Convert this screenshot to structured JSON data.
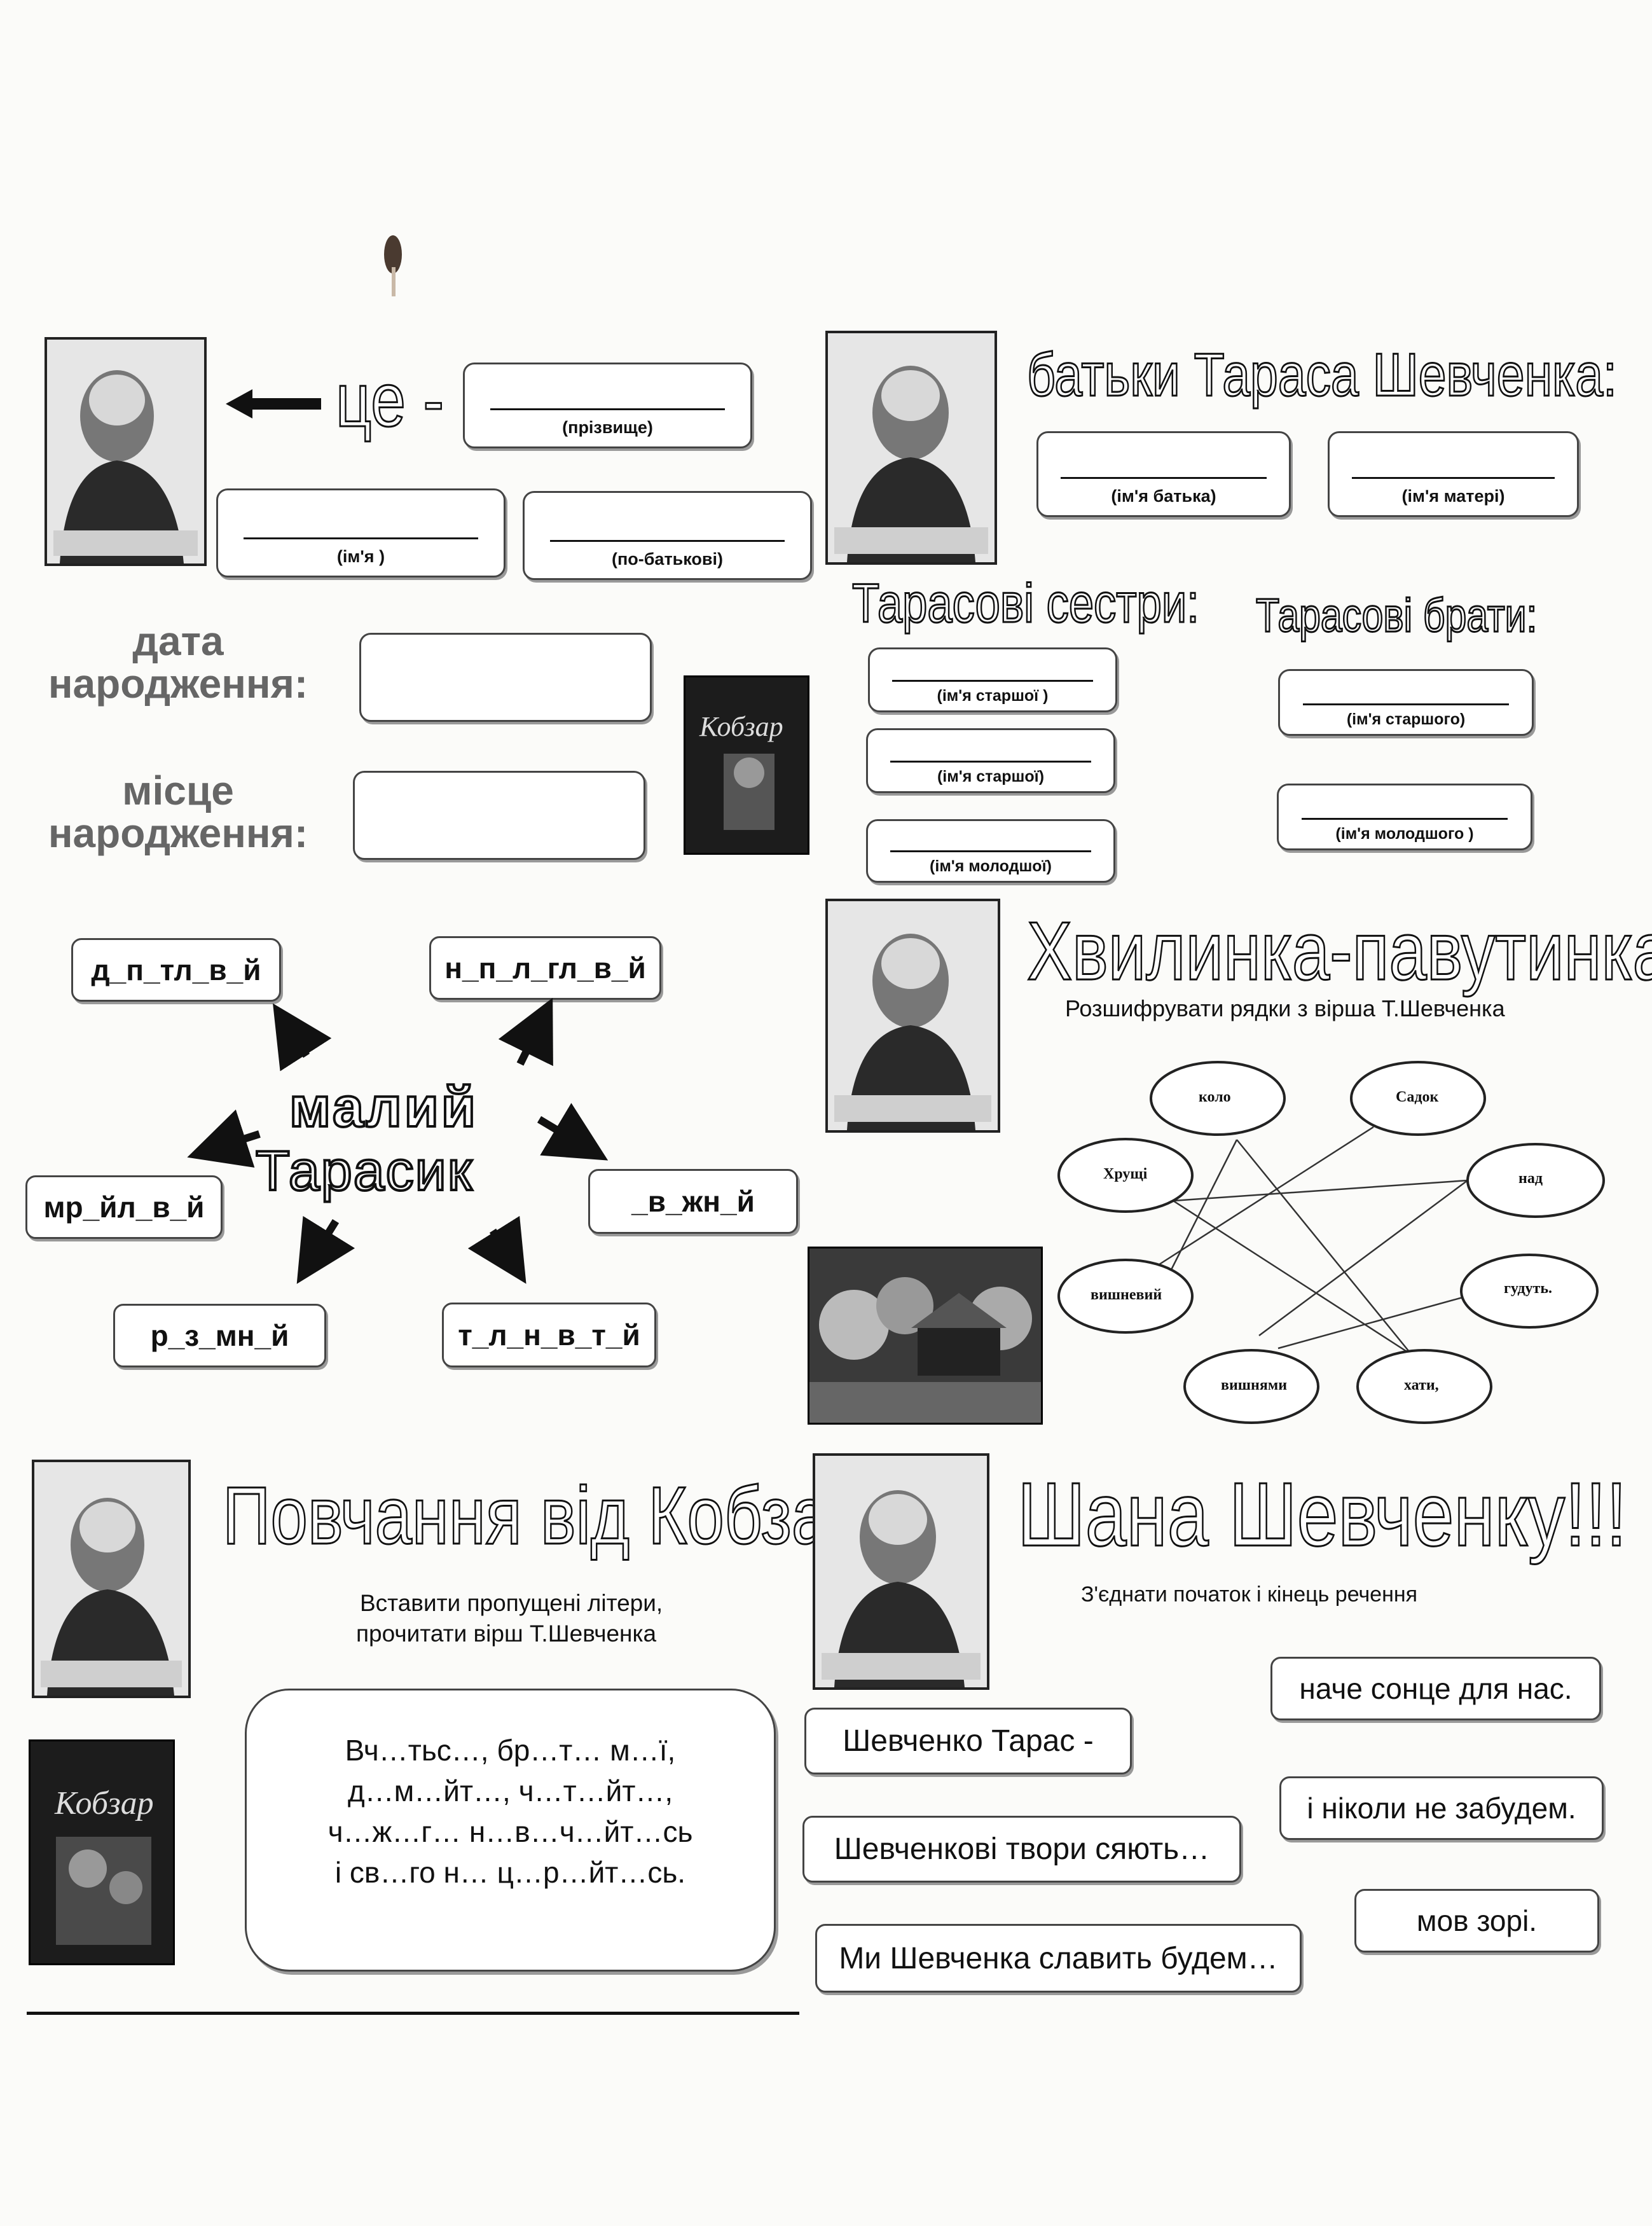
{
  "section1": {
    "arrow_text": "це -",
    "surname_caption": "(прізвище)",
    "name_caption": "(ім'я )",
    "patronymic_caption": "(по-батькові)",
    "birth_date_label_1": "дата",
    "birth_date_label_2": "народження:",
    "birth_place_label_1": "місце",
    "birth_place_label_2": "народження:"
  },
  "section2": {
    "title": "батьки Тараса Шевченка:",
    "father_caption": "(ім'я батька)",
    "mother_caption": "(ім'я матері)",
    "sisters_title": "Тарасові сестри:",
    "brothers_title": "Тарасові брати:",
    "sister_captions": [
      "(ім'я старшої )",
      "(ім'я старшої)",
      "(ім'я молодшої)"
    ],
    "brother_captions": [
      "(ім'я старшого)",
      "(ім'я молодшого )"
    ]
  },
  "book": {
    "title": "Кобзар"
  },
  "section3": {
    "center_line1": "малий",
    "center_line2": "Тарасик",
    "words": [
      "д_п_тл_в_й",
      "н_п_л_гл_в_й",
      "мр_йл_в_й",
      "_в_жн_й",
      "р_з_мн_й",
      "т_л_н_в_т_й"
    ]
  },
  "section4": {
    "title": "Хвилинка-павутинка",
    "subtitle": "Розшифрувати рядки з вірша Т.Шевченка",
    "nodes": [
      "коло",
      "Садок",
      "Хрущі",
      "над",
      "вишневий",
      "гудуть.",
      "вишнями",
      "хати,"
    ]
  },
  "section5": {
    "title": "Повчання від Кобзаря",
    "instruction_line1": "Вставити пропущені літери,",
    "instruction_line2": "прочитати вірш Т.Шевченка",
    "poem": [
      "Вч…тьс…,  бр…т…  м…ї,",
      "д…м…йт…,   ч…т…йт…,",
      "ч…ж…г…   н…в…ч…йт…сь",
      "і св…го  н… ц…р…йт…сь."
    ]
  },
  "section6": {
    "title": "Шана Шевченку!!!",
    "instruction": "З'єднати початок і кінець речення",
    "starts": [
      "Шевченко Тарас -",
      "Шевченкові твори сяють…",
      "Ми Шевченка славить будем…"
    ],
    "ends": [
      "наче сонце для нас.",
      "і ніколи не забудем.",
      "мов зорі."
    ]
  }
}
